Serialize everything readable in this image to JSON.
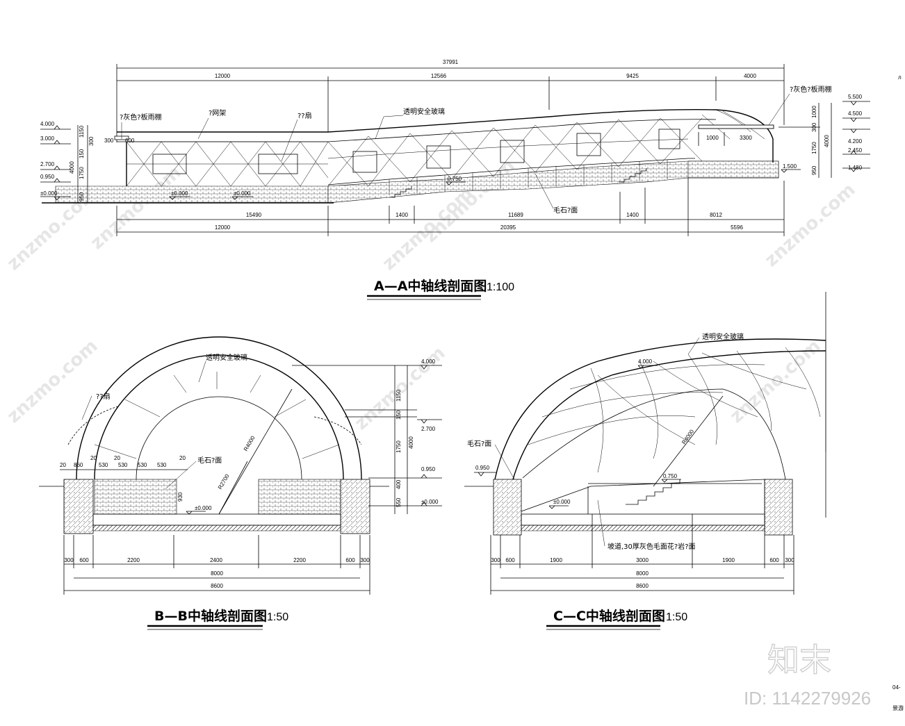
{
  "watermark": {
    "text": "znzmo.com",
    "logo": "知末",
    "id": "ID: 1142279926"
  },
  "sheet_ref": {
    "top": "04-",
    "bottom": "景游"
  },
  "section_aa": {
    "title": "A—A中轴线剖面图",
    "scale": "1:100",
    "top_dims": {
      "total": "37991",
      "d1": "12000",
      "d2": "12566",
      "d3": "9425",
      "d4": "4000"
    },
    "bottom_dims_1": {
      "d1": "15490",
      "d2": "1400",
      "d3": "11689",
      "d4": "1400",
      "d5": "8012"
    },
    "bottom_dims_2": {
      "d1": "12000",
      "d2": "20395",
      "d3": "5596"
    },
    "left_levels": [
      "4.000",
      "3.000",
      "2.700",
      "0.950",
      "±0.000"
    ],
    "left_vdims": [
      "1150",
      "300",
      "150",
      "4000",
      "1750",
      "950"
    ],
    "right_levels": [
      "5.500",
      "4.500",
      "4.200",
      "2.450",
      "1.480"
    ],
    "right_vdims": [
      "1000",
      "300",
      "1750",
      "4000",
      "950"
    ],
    "mid_levels": [
      "±0.000",
      "±0.000",
      "0.750",
      "1.500"
    ],
    "small_dims": {
      "a": "300",
      "b": "600",
      "c": "1000",
      "d": "3300"
    },
    "labels": {
      "canopy_left": "?灰色?板雨棚",
      "canopy_right": "?灰色?板雨棚",
      "truss": "?网架",
      "fan": "??扇",
      "glass": "透明安全玻璃",
      "stone": "毛石?面"
    },
    "side_note": "л"
  },
  "section_bb": {
    "title": "B—B中轴线剖面图",
    "scale": "1:50",
    "labels": {
      "glass": "透明安全玻璃",
      "fan": "??扇",
      "stone": "毛石?面",
      "r_outer": "R4000",
      "r_inner": "R2700"
    },
    "levels": [
      "4.000",
      "2.700",
      "0.950",
      "±0.000",
      "±0.000"
    ],
    "vdims": [
      "1150",
      "150",
      "4000",
      "1750",
      "400",
      "550",
      "930"
    ],
    "top_small": [
      "20",
      "860",
      "530",
      "530",
      "530",
      "530",
      "20",
      "20",
      "20"
    ],
    "bottom_dims": {
      "a": "300",
      "b": "600",
      "c": "2200",
      "d": "2400",
      "e": "2200",
      "f": "600",
      "g": "300",
      "w1": "8000",
      "w2": "8600"
    }
  },
  "section_cc": {
    "title": "C—C中轴线剖面图",
    "scale": "1:50",
    "labels": {
      "glass": "透明安全玻璃",
      "stone": "毛石?面",
      "ramp": "坡道,30厚灰色毛面花?岩?面",
      "r": "R4000"
    },
    "levels": [
      "4.000",
      "0.950",
      "±0.000",
      "0.750"
    ],
    "bottom_dims": {
      "a": "300",
      "b": "600",
      "c": "1900",
      "d": "3000",
      "e": "1900",
      "f": "600",
      "g": "300",
      "w1": "8000",
      "w2": "8600"
    }
  }
}
